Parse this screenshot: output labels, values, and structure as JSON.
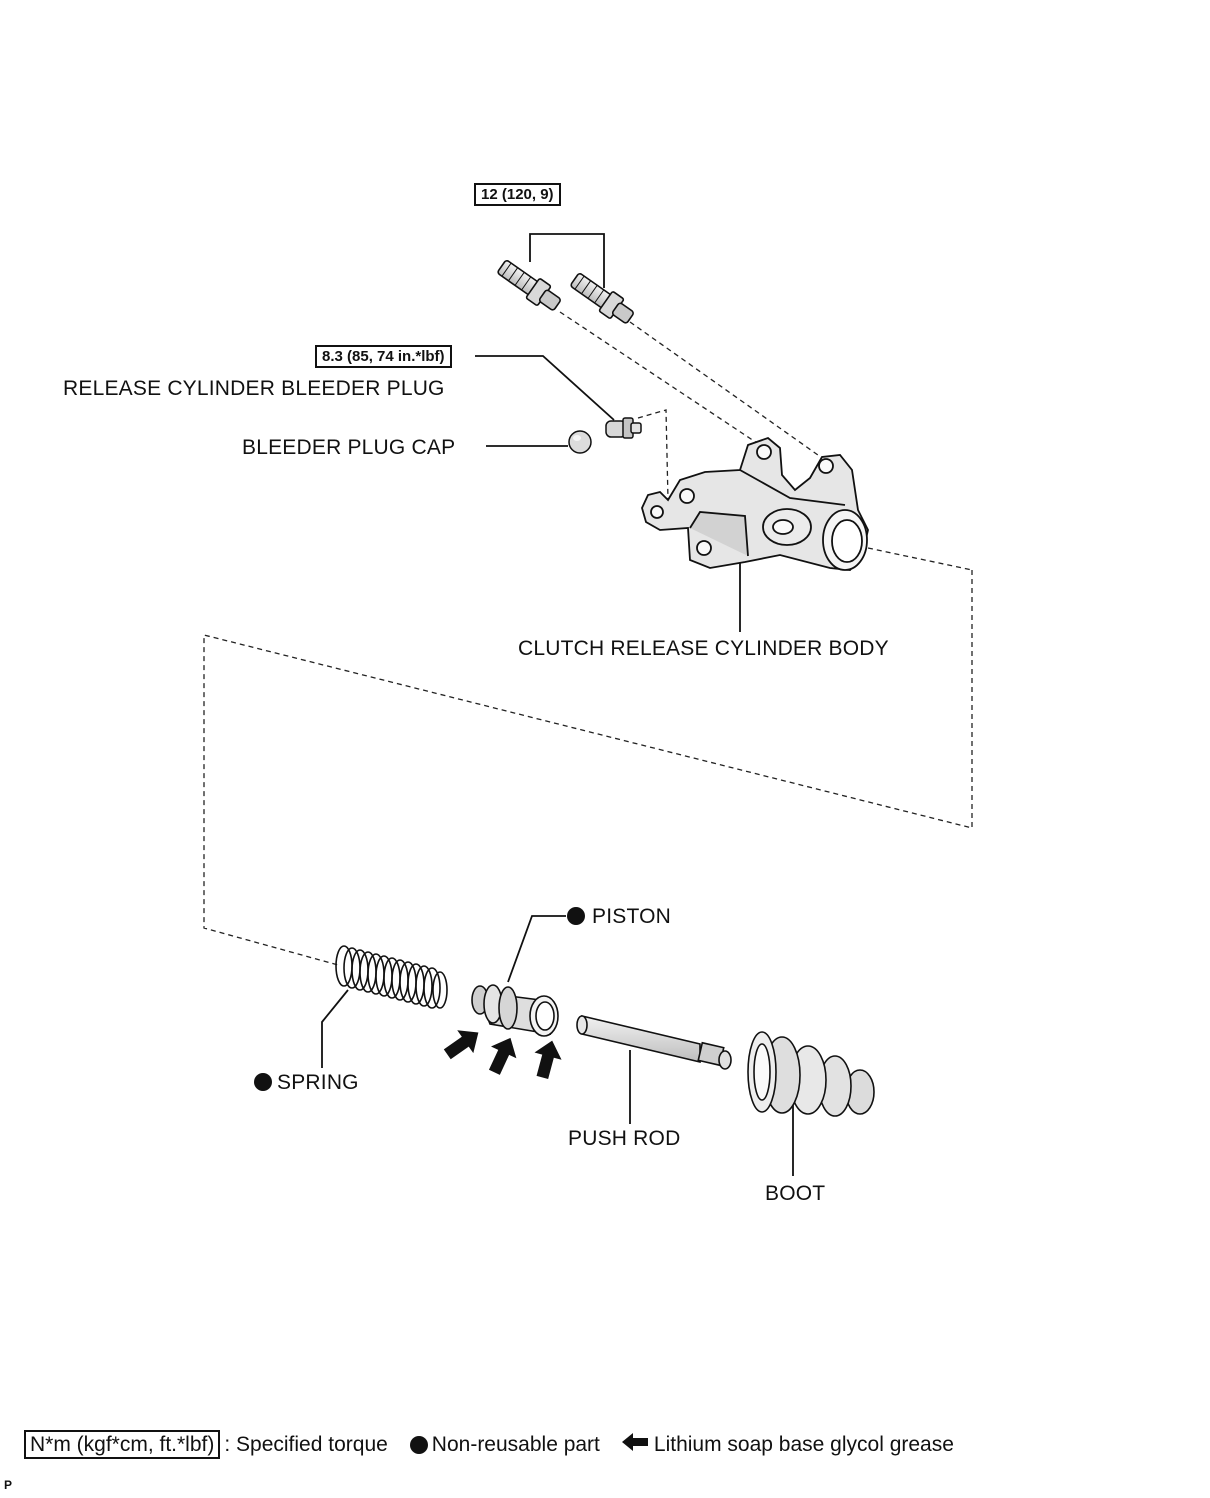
{
  "torque_specs": {
    "studs": "12 (120, 9)",
    "bleeder_plug": "8.3 (85, 74 in.*lbf)"
  },
  "parts": {
    "bleeder_plug": "RELEASE CYLINDER BLEEDER PLUG",
    "bleeder_cap": "BLEEDER PLUG CAP",
    "cylinder_body": "CLUTCH RELEASE CYLINDER BODY",
    "piston": "PISTON",
    "spring": "SPRING",
    "push_rod": "PUSH ROD",
    "boot": "BOOT"
  },
  "legend": {
    "torque_units": "N*m (kgf*cm, ft.*lbf)",
    "torque_desc": ": Specified torque",
    "non_reusable": "Non-reusable part",
    "grease": "Lithium soap base glycol grease"
  },
  "corner_mark": "P",
  "colors": {
    "ink": "#111111",
    "part_fill": "#e6e6e6",
    "background": "#ffffff"
  }
}
